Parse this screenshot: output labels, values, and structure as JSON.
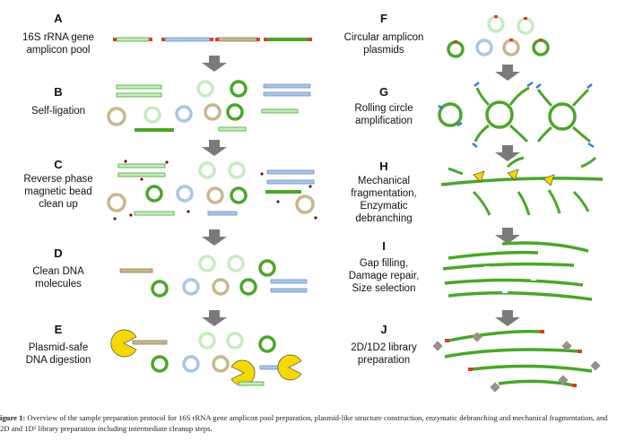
{
  "colors": {
    "green_dark": "#4aa62a",
    "green_light": "#c6ecc0",
    "blue_light": "#a9c5e8",
    "tan": "#c8b78a",
    "red_end": "#e03a26",
    "blue_end": "#3b7bd6",
    "yellow": "#f5d800",
    "gray_arrow": "#7a7a7a",
    "bead": "#6b1a14",
    "adapter_gray": "#9b8f8a"
  },
  "left_steps": [
    {
      "letter": "A",
      "label_lines": [
        "16S rRNA gene",
        "amplicon pool"
      ]
    },
    {
      "letter": "B",
      "label_lines": [
        "Self-ligation"
      ]
    },
    {
      "letter": "C",
      "label_lines": [
        "Reverse phase",
        "magnetic bead",
        "clean up"
      ]
    },
    {
      "letter": "D",
      "label_lines": [
        "Clean DNA",
        "molecules"
      ]
    },
    {
      "letter": "E",
      "label_lines": [
        "Plasmid-safe",
        "DNA digestion"
      ]
    }
  ],
  "right_steps": [
    {
      "letter": "F",
      "label_lines": [
        "Circular amplicon",
        "plasmids"
      ]
    },
    {
      "letter": "G",
      "label_lines": [
        "Rolling circle",
        "amplification"
      ]
    },
    {
      "letter": "H",
      "label_lines": [
        "Mechanical",
        "fragmentation,",
        "Enzymatic",
        "debranching"
      ]
    },
    {
      "letter": "I",
      "label_lines": [
        "Gap filling,",
        "Damage repair,",
        "Size selection"
      ]
    },
    {
      "letter": "J",
      "label_lines": [
        "2D/1D2 library",
        "preparation"
      ]
    }
  ],
  "caption": {
    "lead": "igure 1:",
    "text": " Overview of the sample preparation protocol for 16S rRNA gene amplicon pool preparation, plasmid-like structure construction, enzymatic debranching and mechanical fragmentation, and 2D and 1D² library preparation including intermediate cleanup steps."
  }
}
